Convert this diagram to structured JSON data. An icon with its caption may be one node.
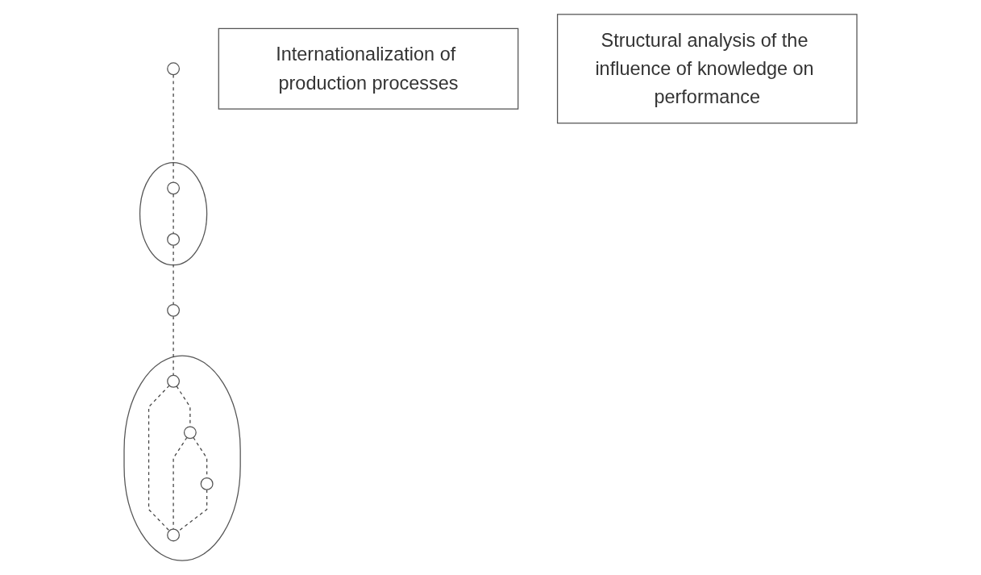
{
  "diagram": {
    "nodes": [
      {
        "text": [],
        "shape": "circle"
      },
      {
        "text": [],
        "shape": "ellipse"
      },
      {
        "text": [],
        "shape": "circle",
        "in": 1
      },
      {
        "text": [],
        "shape": "circle",
        "in": 1
      },
      {
        "text": [
          "Internationalization of production processes"
        ]
      },
      {
        "text": [],
        "shape": "circle"
      },
      {
        "text": [],
        "shape": "ellipse"
      },
      {
        "text": [],
        "shape": "circle",
        "in": 6
      },
      {
        "text": [],
        "shape": "circle",
        "in": 6
      },
      {
        "text": [],
        "shape": "circle",
        "in": 6
      },
      {
        "text": [],
        "shape": "circle",
        "in": 6
      },
      {
        "text": [
          "Structural analysis of the influence of knowledge on performance"
        ]
      }
    ],
    "edges": [
      {
        "from": 0,
        "to": 2,
        "arrow": "none",
        "style": "dashed"
      },
      {
        "from": 2,
        "to": 3,
        "arrow": "none",
        "style": "dashed"
      },
      {
        "from": 3,
        "to": 5,
        "arrow": "none",
        "style": "dashed"
      },
      {
        "from": 5,
        "to": 7,
        "arrow": "none",
        "style": "dashed"
      },
      {
        "from": 7,
        "to": 8,
        "arrow": "none",
        "style": "dashed"
      },
      {
        "from": 7,
        "to": 9,
        "arrow": "none",
        "style": "dashed"
      },
      {
        "from": 8,
        "to": 9,
        "arrow": "none",
        "style": "dashed"
      },
      {
        "from": 8,
        "to": 10,
        "arrow": "none",
        "style": "dashed"
      },
      {
        "from": 10,
        "to": 9,
        "arrow": "none",
        "style": "dashed"
      }
    ]
  }
}
